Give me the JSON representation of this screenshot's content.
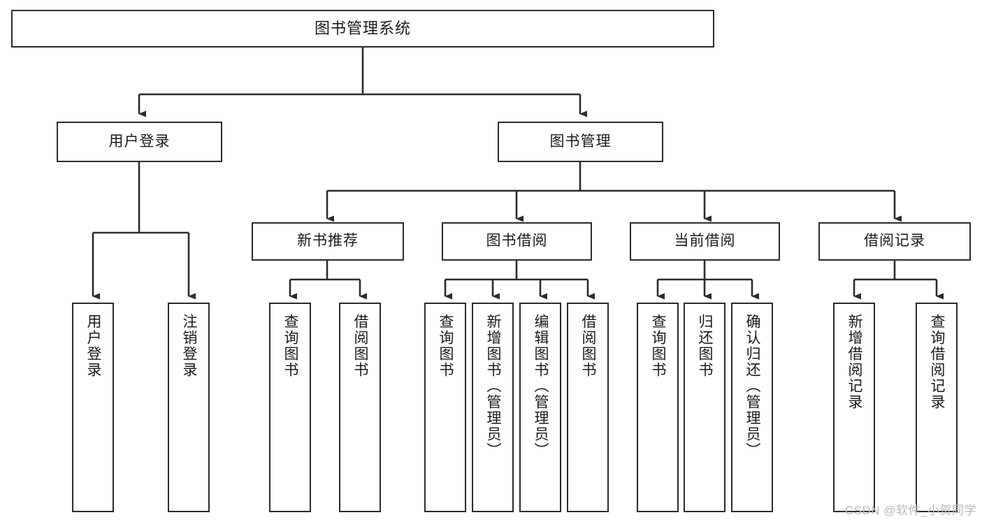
{
  "diagram": {
    "title": "图书管理系统",
    "type": "tree",
    "watermark": "CSDN @软件_小贺同学",
    "colors": {
      "node_border": "#2b2b2b",
      "node_fill": "#ffffff",
      "edge": "#2b2b2b",
      "text": "#1a1a1a",
      "watermark": "#b9b9b9",
      "background": "#ffffff"
    },
    "nodes": {
      "root": {
        "label": "图书管理系统",
        "level": 0
      },
      "level1": [
        {
          "id": "user-login",
          "label": "用户登录"
        },
        {
          "id": "book-manage",
          "label": "图书管理"
        }
      ],
      "level2": [
        {
          "id": "new-book-recommend",
          "label": "新书推荐",
          "parent": "book-manage"
        },
        {
          "id": "book-borrow",
          "label": "图书借阅",
          "parent": "book-manage"
        },
        {
          "id": "current-borrow",
          "label": "当前借阅",
          "parent": "book-manage"
        },
        {
          "id": "borrow-record",
          "label": "借阅记录",
          "parent": "book-manage"
        }
      ],
      "leaves": [
        {
          "id": "leaf-user-login",
          "label": "用户登录",
          "parent": "user-login"
        },
        {
          "id": "leaf-logout",
          "label": "注销登录",
          "parent": "user-login"
        },
        {
          "id": "leaf-query-book-1",
          "label": "查询图书",
          "parent": "new-book-recommend"
        },
        {
          "id": "leaf-borrow-book-1",
          "label": "借阅图书",
          "parent": "new-book-recommend"
        },
        {
          "id": "leaf-query-book-2",
          "label": "查询图书",
          "parent": "book-borrow"
        },
        {
          "id": "leaf-add-book",
          "label": "新增图书（管理员）",
          "parent": "book-borrow"
        },
        {
          "id": "leaf-edit-book",
          "label": "编辑图书（管理员）",
          "parent": "book-borrow"
        },
        {
          "id": "leaf-borrow-book-2",
          "label": "借阅图书",
          "parent": "book-borrow"
        },
        {
          "id": "leaf-query-book-3",
          "label": "查询图书",
          "parent": "current-borrow"
        },
        {
          "id": "leaf-return-book",
          "label": "归还图书",
          "parent": "current-borrow"
        },
        {
          "id": "leaf-confirm-return",
          "label": "确认归还（管理员）",
          "parent": "current-borrow"
        },
        {
          "id": "leaf-add-record",
          "label": "新增借阅记录",
          "parent": "borrow-record"
        },
        {
          "id": "leaf-query-record",
          "label": "查询借阅记录",
          "parent": "borrow-record"
        }
      ]
    }
  }
}
